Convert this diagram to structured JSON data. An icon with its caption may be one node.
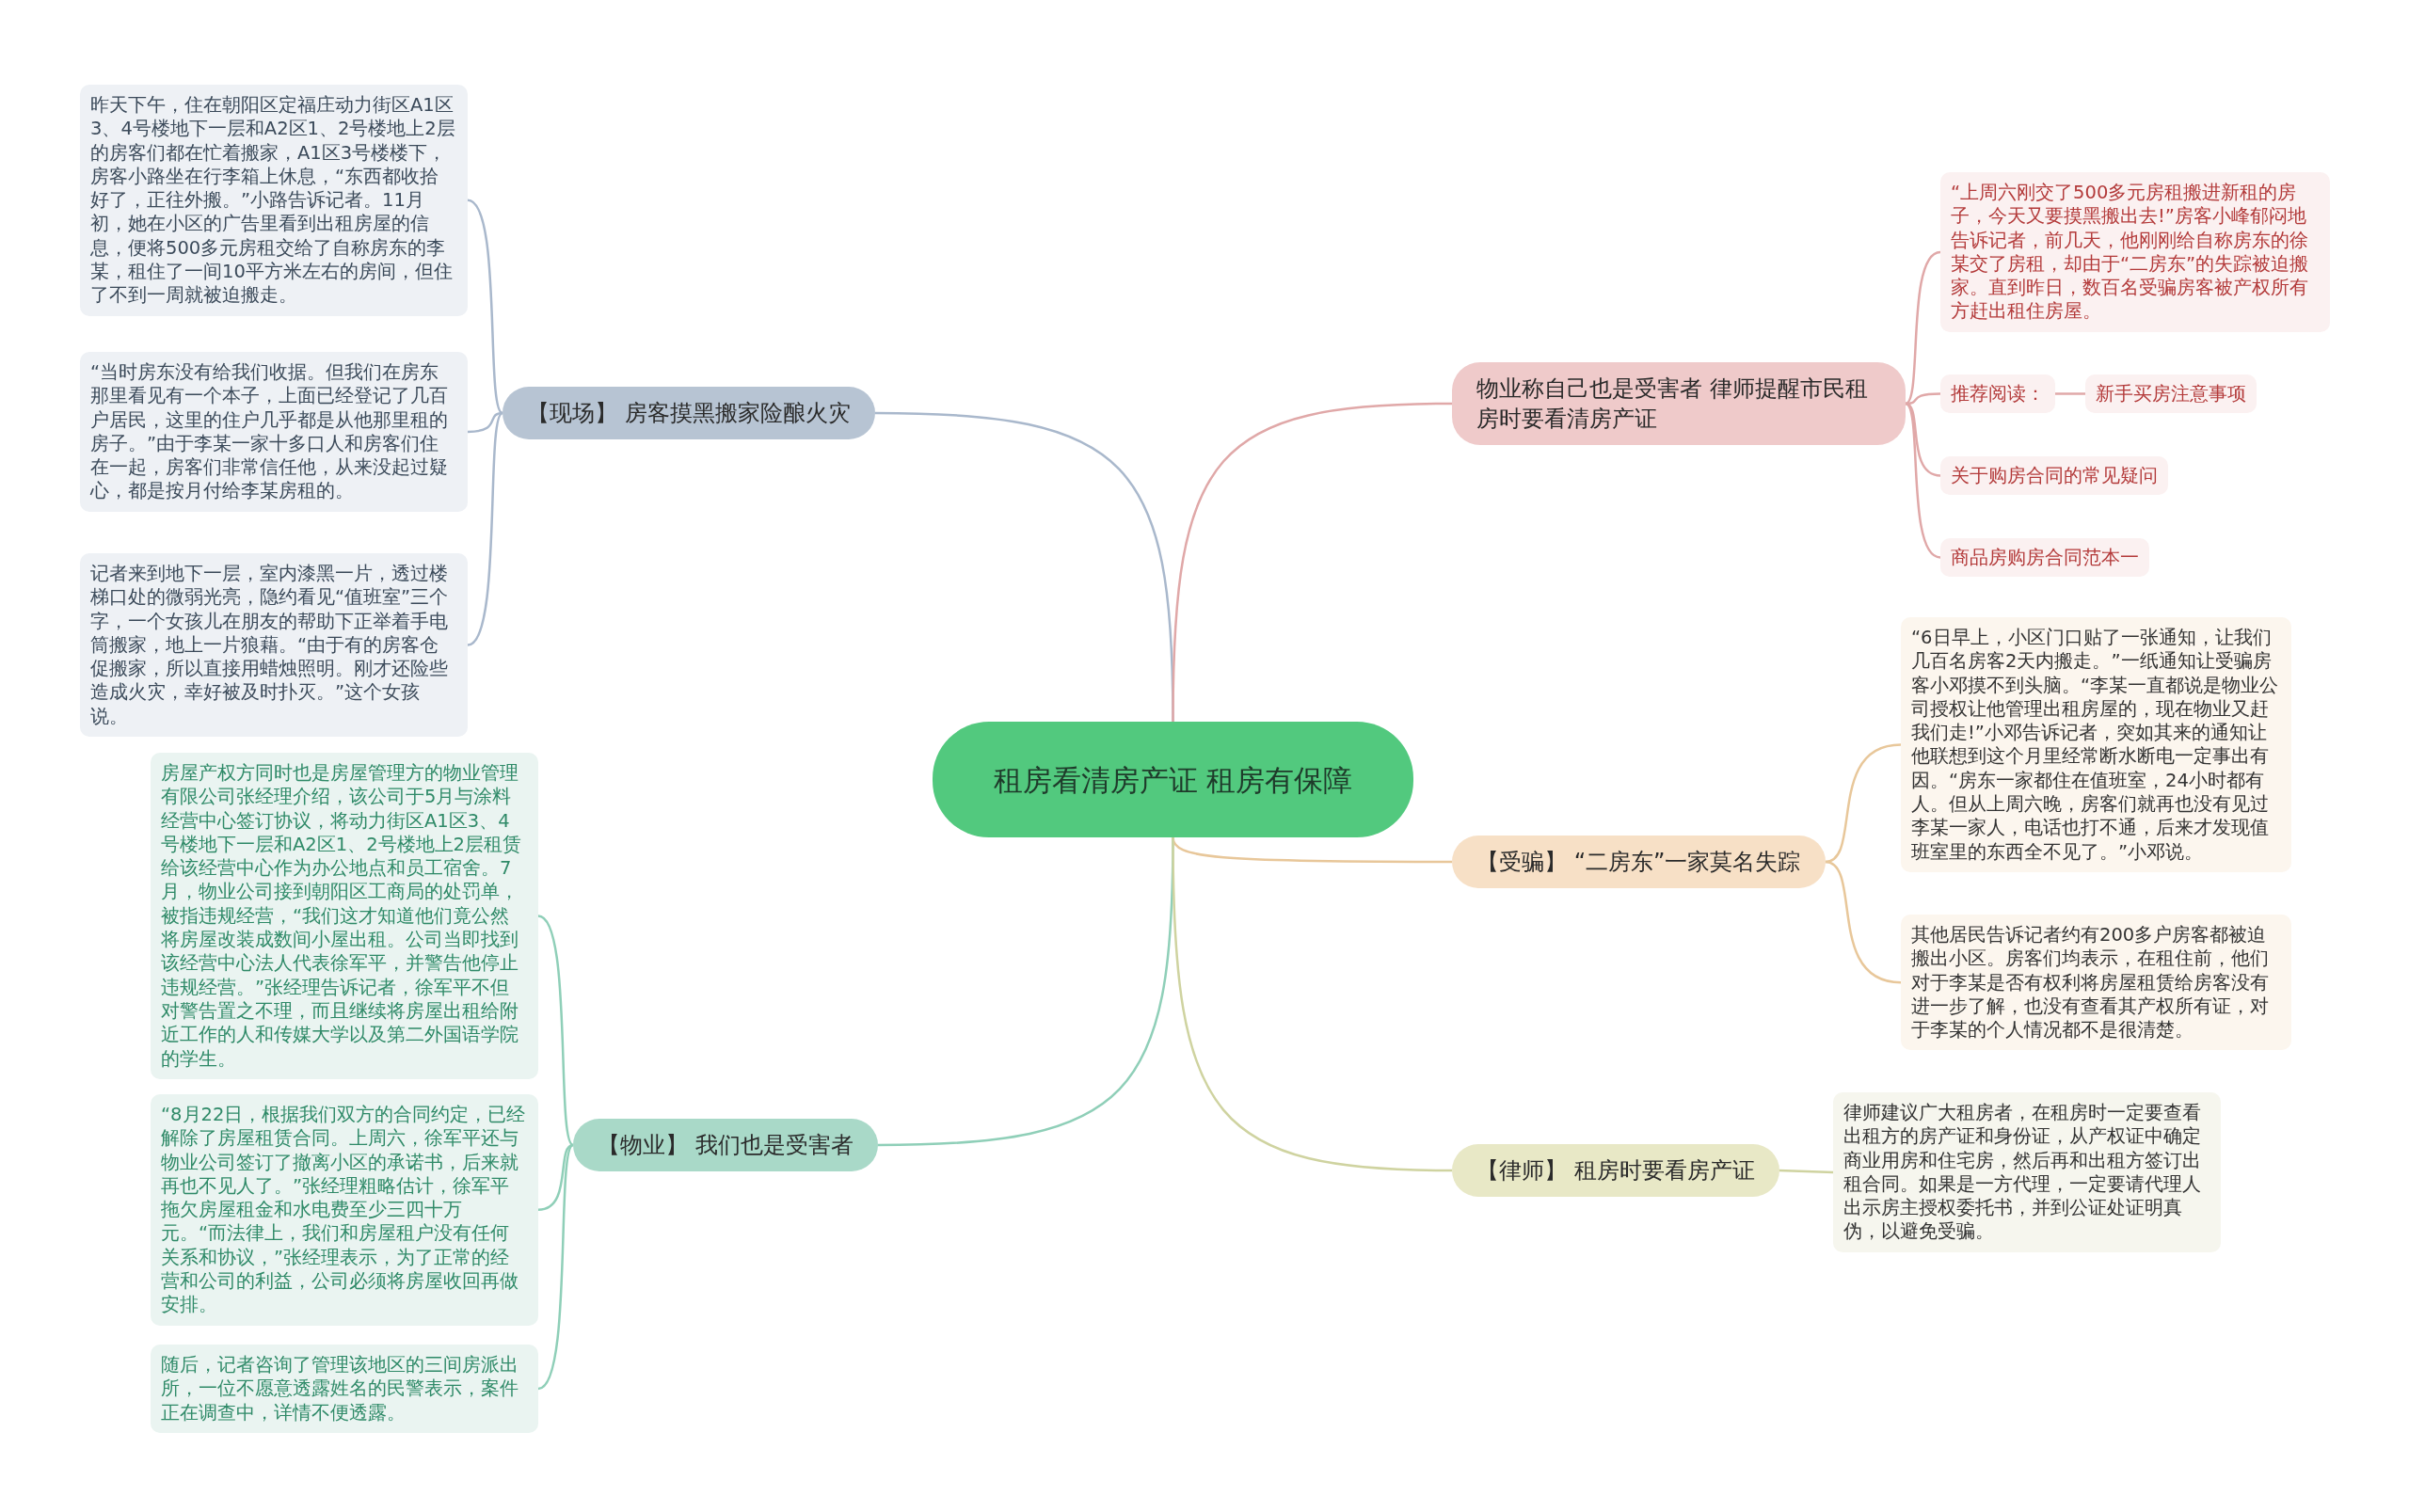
{
  "diagram": {
    "nodes": [
      {
        "text": [
          "租房看清房产证 租房有保障"
        ]
      },
      {
        "text": [
          "【现场】 房客摸黑搬家险酿火灾"
        ]
      },
      {
        "text": [
          "昨天下午，住在朝阳区定福庄动力街区A1区3、4号楼地下一层和A2区1、2号楼地上2层的房客们都在忙着搬家，A1区3号楼楼下，房客小路坐在行李箱上休息，“东西都收拾好了，正往外搬。”小路告诉记者。11月初，她在小区的广告里看到出租房屋的信息，便将500多元房租交给了自称房东的李某，租住了一间10平方米左右的房间，但住了不到一周就被迫搬走。"
        ]
      },
      {
        "text": [
          "“当时房东没有给我们收据。但我们在房东那里看见有一个本子，上面已经登记了几百户居民，这里的住户几乎都是从他那里租的房子。”由于李某一家十多口人和房客们住在一起，房客们非常信任他，从来没起过疑心，都是按月付给李某房租的。"
        ]
      },
      {
        "text": [
          "记者来到地下一层，室内漆黑一片，透过楼梯口处的微弱光亮，隐约看见“值班室”三个字，一个女孩儿在朋友的帮助下正举着手电筒搬家，地上一片狼藉。“由于有的房客仓促搬家，所以直接用蜡烛照明。刚才还险些造成火灾，幸好被及时扑灭。”这个女孩说。"
        ]
      },
      {
        "text": [
          "【物业】 我们也是受害者"
        ]
      },
      {
        "text": [
          "房屋产权方同时也是房屋管理方的物业管理有限公司张经理介绍，该公司于5月与涂料经营中心签订协议，将动力街区A1区3、4号楼地下一层和A2区1、2号楼地上2层租赁给该经营中心作为办公地点和员工宿舍。7月，物业公司接到朝阳区工商局的处罚单，被指违规经营，“我们这才知道他们竟公然将房屋改装成数间小屋出租。公司当即找到该经营中心法人代表徐军平，并警告他停止违规经营。”张经理告诉记者，徐军平不但对警告置之不理，而且继续将房屋出租给附近工作的人和传媒大学以及第二外国语学院的学生。"
        ]
      },
      {
        "text": [
          "“8月22日，根据我们双方的合同约定，已经解除了房屋租赁合同。上周六，徐军平还与物业公司签订了撤离小区的承诺书，后来就再也不见人了。”张经理粗略估计，徐军平拖欠房屋租金和水电费至少三四十万元。“而法律上，我们和房屋租户没有任何关系和协议，”张经理表示，为了正常的经营和公司的利益，公司必须将房屋收回再做安排。"
        ]
      },
      {
        "text": [
          "随后，记者咨询了管理该地区的三间房派出所，一位不愿意透露姓名的民警表示，案件正在调查中，详情不便透露。"
        ]
      },
      {
        "text": [
          "物业称自己也是受害者 律师提醒市民租房时要看清房产证"
        ]
      },
      {
        "text": [
          "“上周六刚交了500多元房租搬进新租的房子，今天又要摸黑搬出去!”房客小峰郁闷地告诉记者，前几天，他刚刚给自称房东的徐某交了房租，却由于“二房东”的失踪被迫搬家。直到昨日，数百名受骗房客被产权所有方赶出租住房屋。"
        ]
      },
      {
        "text": [
          "推荐阅读："
        ]
      },
      {
        "text": [
          "新手买房注意事项"
        ]
      },
      {
        "text": [
          "关于购房合同的常见疑问"
        ]
      },
      {
        "text": [
          "商品房购房合同范本一"
        ]
      },
      {
        "text": [
          "【受骗】 “二房东”一家莫名失踪"
        ]
      },
      {
        "text": [
          "“6日早上，小区门口贴了一张通知，让我们几百名房客2天内搬走。”一纸通知让受骗房客小邓摸不到头脑。“李某一直都说是物业公司授权让他管理出租房屋的，现在物业又赶我们走!”小邓告诉记者，突如其来的通知让他联想到这个月里经常断水断电一定事出有因。“房东一家都住在值班室，24小时都有人。但从上周六晚，房客们就再也没有见过李某一家人，电话也打不通，后来才发现值班室里的东西全不见了。”小邓说。"
        ]
      },
      {
        "text": [
          "其他居民告诉记者约有200多户房客都被迫搬出小区。房客们均表示，在租住前，他们对于李某是否有权利将房屋租赁给房客没有进一步了解，也没有查看其产权所有证，对于李某的个人情况都不是很清楚。"
        ]
      },
      {
        "text": [
          "【律师】 租房时要看房产证"
        ]
      },
      {
        "text": [
          "律师建议广大租房者，在租房时一定要查看出租方的房产证和身份证，从产权证中确定商业用房和住宅房，然后再和出租方签订出租合同。如果是一方代理，一定要请代理人出示房主授权委托书，并到公证处证明真伪，以避免受骗。"
        ]
      }
    ],
    "edges": [
      {
        "from": 0,
        "to": 1,
        "arrow": "none",
        "color": "#a9b8cc"
      },
      {
        "from": 1,
        "to": 2,
        "arrow": "none",
        "color": "#a9b8cc"
      },
      {
        "from": 1,
        "to": 3,
        "arrow": "none",
        "color": "#a9b8cc"
      },
      {
        "from": 1,
        "to": 4,
        "arrow": "none",
        "color": "#a9b8cc"
      },
      {
        "from": 0,
        "to": 5,
        "arrow": "none",
        "color": "#8fcfb8"
      },
      {
        "from": 5,
        "to": 6,
        "arrow": "none",
        "color": "#8fcfb8"
      },
      {
        "from": 5,
        "to": 7,
        "arrow": "none",
        "color": "#8fcfb8"
      },
      {
        "from": 5,
        "to": 8,
        "arrow": "none",
        "color": "#8fcfb8"
      },
      {
        "from": 0,
        "to": 9,
        "arrow": "none",
        "color": "#e0a8a8"
      },
      {
        "from": 9,
        "to": 10,
        "arrow": "none",
        "color": "#e0a8a8"
      },
      {
        "from": 9,
        "to": 11,
        "arrow": "none",
        "color": "#e0a8a8"
      },
      {
        "from": 11,
        "to": 12,
        "arrow": "none",
        "color": "#e0a8a8"
      },
      {
        "from": 9,
        "to": 13,
        "arrow": "none",
        "color": "#e0a8a8"
      },
      {
        "from": 9,
        "to": 14,
        "arrow": "none",
        "color": "#e0a8a8"
      },
      {
        "from": 0,
        "to": 15,
        "arrow": "none",
        "color": "#e8c79a"
      },
      {
        "from": 15,
        "to": 16,
        "arrow": "none",
        "color": "#e8c79a"
      },
      {
        "from": 15,
        "to": 17,
        "arrow": "none",
        "color": "#e8c79a"
      },
      {
        "from": 0,
        "to": 18,
        "arrow": "none",
        "color": "#cfd3a0"
      },
      {
        "from": 18,
        "to": 19,
        "arrow": "none",
        "color": "#cfd3a0"
      }
    ]
  }
}
